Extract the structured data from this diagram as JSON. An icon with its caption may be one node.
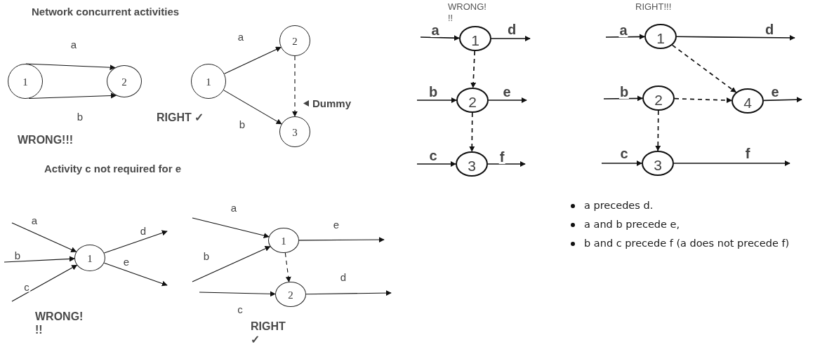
{
  "diagram": {
    "nodes": [
      {
        "text": [
          "1"
        ]
      },
      {
        "text": [
          "2"
        ]
      },
      {
        "text": [
          "1"
        ]
      },
      {
        "text": [
          "2"
        ]
      },
      {
        "text": [
          "3"
        ]
      },
      {
        "text": [
          "1"
        ]
      },
      {
        "text": [
          "2"
        ]
      },
      {
        "text": [
          "3"
        ]
      },
      {
        "text": [
          "1"
        ]
      },
      {
        "text": [
          "2"
        ]
      },
      {
        "text": [
          "4"
        ]
      },
      {
        "text": [
          "3"
        ]
      },
      {
        "text": [
          "1"
        ]
      },
      {
        "text": [
          "1"
        ]
      },
      {
        "text": [
          "2"
        ]
      }
    ],
    "edges": [
      {
        "from": 0,
        "to": 1,
        "arrow": "to",
        "label": "a"
      },
      {
        "from": 0,
        "to": 1,
        "arrow": "to",
        "label": "b"
      },
      {
        "from": 2,
        "to": 3,
        "arrow": "to",
        "label": "a"
      },
      {
        "from": 2,
        "to": 4,
        "arrow": "to",
        "label": "b"
      },
      {
        "from": 3,
        "to": 4,
        "arrow": "to",
        "style": "dashed",
        "label": "Dummy"
      },
      {
        "from": null,
        "to": 5,
        "arrow": "to",
        "label": "a"
      },
      {
        "from": 5,
        "to": null,
        "arrow": "to",
        "label": "d"
      },
      {
        "from": 5,
        "to": 6,
        "arrow": "to",
        "style": "dashed"
      },
      {
        "from": null,
        "to": 6,
        "arrow": "to",
        "label": "b"
      },
      {
        "from": 6,
        "to": null,
        "arrow": "to",
        "label": "e"
      },
      {
        "from": 6,
        "to": 7,
        "arrow": "to",
        "style": "dashed"
      },
      {
        "from": null,
        "to": 7,
        "arrow": "to",
        "label": "c"
      },
      {
        "from": 7,
        "to": null,
        "arrow": "to",
        "label": "f"
      },
      {
        "from": null,
        "to": 8,
        "arrow": "to",
        "label": "a"
      },
      {
        "from": 8,
        "to": null,
        "arrow": "to",
        "label": "d"
      },
      {
        "from": 8,
        "to": 10,
        "arrow": "to",
        "style": "dashed"
      },
      {
        "from": null,
        "to": 9,
        "arrow": "to",
        "label": "b"
      },
      {
        "from": 9,
        "to": 10,
        "arrow": "to",
        "style": "dashed"
      },
      {
        "from": 10,
        "to": null,
        "arrow": "to",
        "label": "e"
      },
      {
        "from": 9,
        "to": 11,
        "arrow": "to",
        "style": "dashed"
      },
      {
        "from": null,
        "to": 11,
        "arrow": "to",
        "label": "c"
      },
      {
        "from": 11,
        "to": null,
        "arrow": "to",
        "label": "f"
      },
      {
        "from": null,
        "to": 12,
        "arrow": "to",
        "label": "a"
      },
      {
        "from": null,
        "to": 12,
        "arrow": "to",
        "label": "b"
      },
      {
        "from": null,
        "to": 12,
        "arrow": "to",
        "label": "c"
      },
      {
        "from": 12,
        "to": null,
        "arrow": "to",
        "label": "d"
      },
      {
        "from": 12,
        "to": null,
        "arrow": "to",
        "label": "e"
      },
      {
        "from": null,
        "to": 13,
        "arrow": "to",
        "label": "a"
      },
      {
        "from": null,
        "to": 13,
        "arrow": "to",
        "label": "b"
      },
      {
        "from": 13,
        "to": null,
        "arrow": "to",
        "label": "e"
      },
      {
        "from": 13,
        "to": 14,
        "arrow": "to",
        "style": "dashed"
      },
      {
        "from": null,
        "to": 14,
        "arrow": "to",
        "label": "c"
      },
      {
        "from": 14,
        "to": null,
        "arrow": "to",
        "label": "d"
      }
    ],
    "labels": [
      "Network concurrent activities",
      "WRONG!!!",
      "RIGHT ✓",
      "Activity c not required for e",
      "WRONG! !!",
      "RIGHT!!!",
      "WRONG! !!",
      "RIGHT ✓",
      "a precedes d.",
      "a and b precede e,",
      "b and c precede f (a does not precede f)"
    ]
  }
}
